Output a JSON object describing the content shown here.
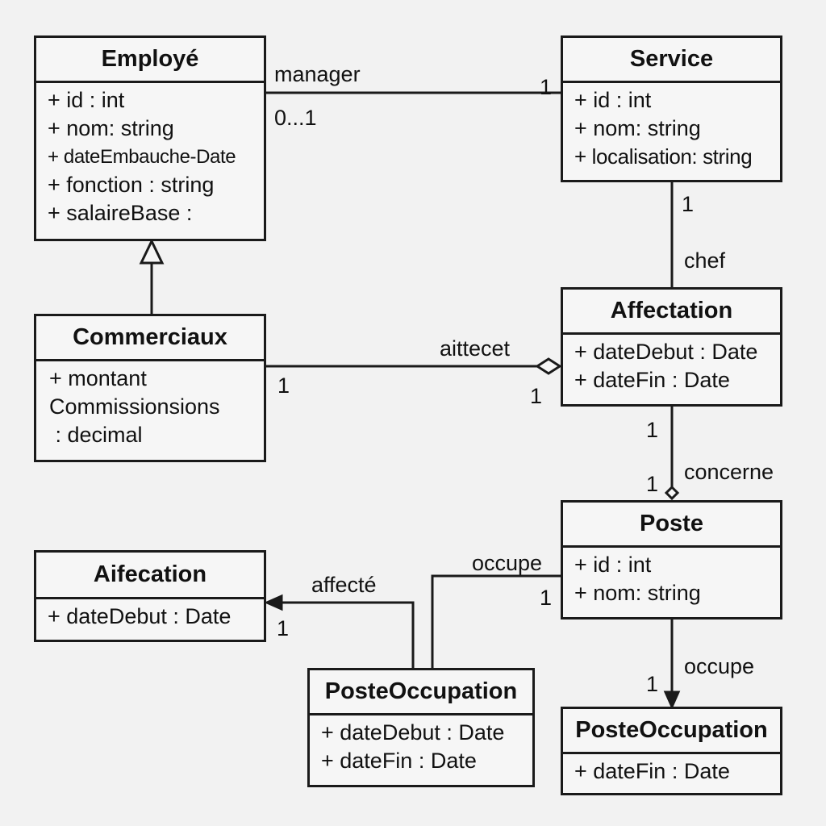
{
  "classes": {
    "employe": {
      "name": "Employé",
      "attributes": [
        "+ id : int",
        "+ nom: string",
        "+ dateEmbauche-Date",
        "+ fonction : string",
        "+ salaireBase :"
      ]
    },
    "service": {
      "name": "Service",
      "attributes": [
        "+ id : int",
        "+ nom: string",
        "+ localisation: string"
      ]
    },
    "commerciaux": {
      "name": "Commerciaux",
      "attributes": [
        "+ montant",
        "Commissionsions",
        " : decimal"
      ]
    },
    "affectation": {
      "name": "Affectation",
      "attributes": [
        "+ dateDebut : Date",
        "+ dateFin : Date"
      ]
    },
    "poste": {
      "name": "Poste",
      "attributes": [
        "+ id : int",
        "+ nom: string"
      ]
    },
    "aifecation": {
      "name": "Aifecation",
      "attributes": [
        "+ dateDebut : Date"
      ]
    },
    "posteoccupation_center": {
      "name": "PosteOccupation",
      "attributes": [
        "+ dateDebut : Date",
        "+ dateFin : Date"
      ]
    },
    "posteoccupation_right": {
      "name": "PosteOccupation",
      "attributes": [
        "+ dateFin : Date"
      ]
    }
  },
  "labels": {
    "manager": "manager",
    "manager_mult_employe": "0...1",
    "manager_mult_service": "1",
    "chef": "chef",
    "chef_mult_service": "1",
    "aittecet": "aittecet",
    "aittecet_mult_commerciaux": "1",
    "aittecet_mult_affectation": "1",
    "concerne": "concerne",
    "concerne_mult_affectation": "1",
    "concerne_mult_poste": "1",
    "occupe_top": "occupe",
    "occupe_top_mult": "1",
    "affecte": "affecté",
    "affecte_mult": "1",
    "occupe_bottom": "occupe",
    "occupe_bottom_mult": "1"
  }
}
